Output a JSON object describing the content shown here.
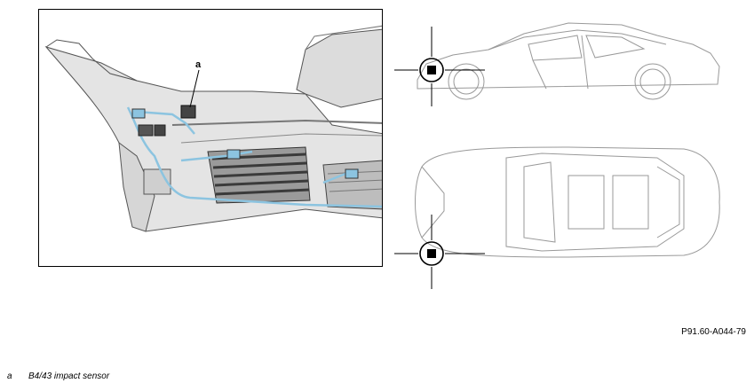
{
  "detail": {
    "callout_letter": "a"
  },
  "figure_id": "P91.60-A044-79",
  "legend": [
    {
      "key": "a",
      "text": "B4/43 impact sensor"
    }
  ],
  "colors": {
    "harness": "#8cc4e0",
    "bumper": "#e4e4e4",
    "outline": "#555555"
  },
  "icons": [
    "car-side-view-icon",
    "car-top-view-icon",
    "sensor-location-marker-icon"
  ]
}
